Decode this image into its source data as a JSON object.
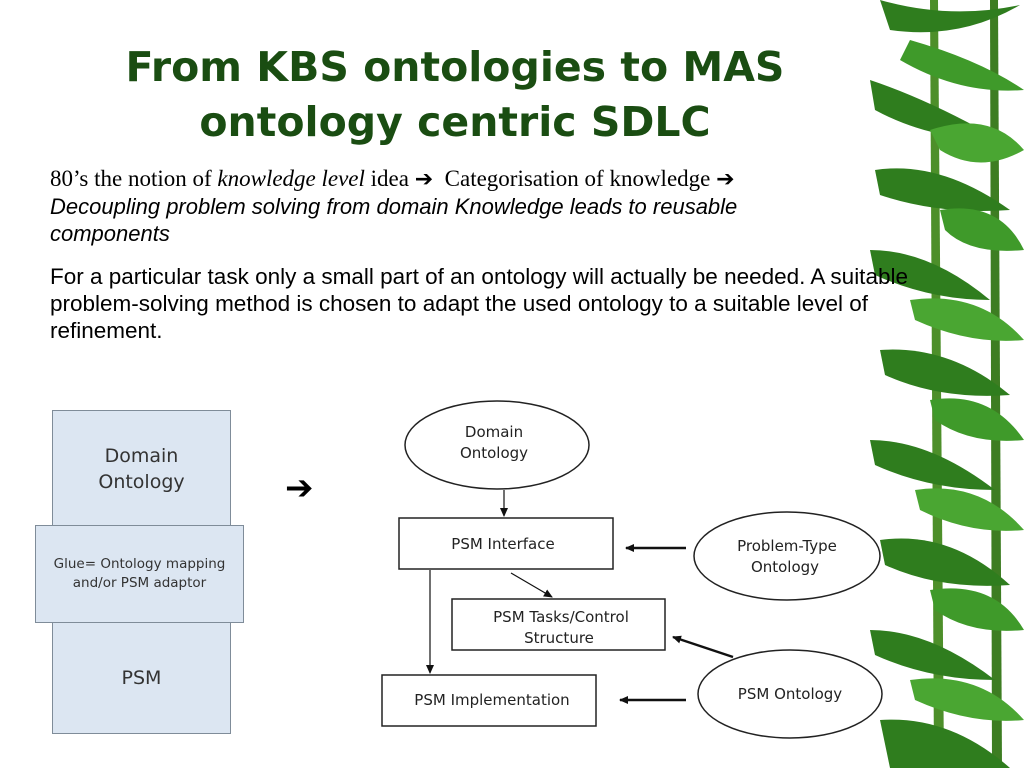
{
  "slide": {
    "title_line1": "From KBS ontologies to MAS",
    "title_line2": "ontology centric SDLC",
    "para1": {
      "pre": "80’s the notion of ",
      "italic": "knowledge level",
      "mid": " idea ",
      "arrow1": "➔",
      "cat": "  Categorisation of knowledge ",
      "arrow2": "➔",
      "line2": "Decoupling problem solving from domain Knowledge leads to reusable components"
    },
    "para2": "For a particular task only a small part of an ontology will actually be needed. A suitable problem-solving method is chosen to adapt the used ontology to a suitable level of refinement."
  },
  "left_stack": {
    "domain": [
      "Domain",
      "Ontology"
    ],
    "glue": [
      "Glue= Ontology mapping",
      "and/or PSM adaptor"
    ],
    "psm": "PSM"
  },
  "transition_arrow": "➔",
  "flow": {
    "domain_ontology": [
      "Domain",
      "Ontology"
    ],
    "psm_interface": "PSM Interface",
    "problem_type_ontology": [
      "Problem-Type",
      "Ontology"
    ],
    "psm_tasks": [
      "PSM Tasks/Control",
      "Structure"
    ],
    "psm_implementation": "PSM Implementation",
    "psm_ontology": "PSM Ontology"
  }
}
